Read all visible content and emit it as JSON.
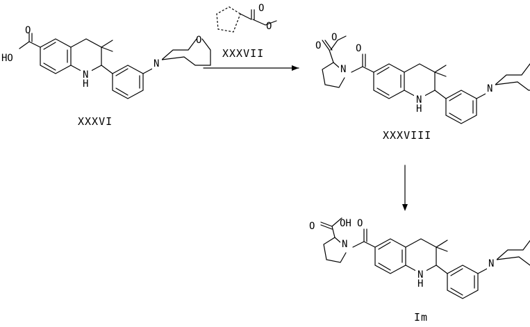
{
  "compounds": {
    "acid": "XXXVI",
    "reagent": "XXXVII",
    "ester": "XXXVIII",
    "product": "Im"
  },
  "atoms": {
    "oxygen": "O",
    "nitrogen": "N",
    "amine_h": "H",
    "hydroxyl": "HO",
    "hydroxyl_right": "OH"
  }
}
